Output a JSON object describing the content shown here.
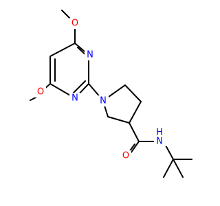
{
  "molecule": {
    "labels": {
      "o_top": "O",
      "o_left": "O",
      "n_pyrimidine_upper": "N",
      "n_pyrimidine_lower": "N",
      "n_pyrrolidine": "N",
      "o_carbonyl": "O",
      "n_amide": "N",
      "h_amide": "H"
    },
    "colors": {
      "bond": "#000000",
      "oxygen": "#ff0000",
      "nitrogen": "#0000ff"
    }
  }
}
